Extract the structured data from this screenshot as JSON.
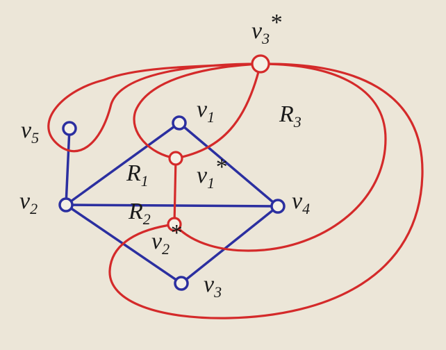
{
  "graph": {
    "vertices": {
      "v1": {
        "base": "v",
        "sub": "1",
        "sup": ""
      },
      "v2": {
        "base": "v",
        "sub": "2",
        "sup": ""
      },
      "v3": {
        "base": "v",
        "sub": "3",
        "sup": ""
      },
      "v4": {
        "base": "v",
        "sub": "4",
        "sup": ""
      },
      "v5": {
        "base": "v",
        "sub": "5",
        "sup": ""
      }
    },
    "dual_vertices": {
      "v1s": {
        "base": "v",
        "sub": "1",
        "sup": "*"
      },
      "v2s": {
        "base": "v",
        "sub": "2",
        "sup": "*"
      },
      "v3s": {
        "base": "v",
        "sub": "3",
        "sup": "*"
      }
    },
    "regions": {
      "R1": {
        "base": "R",
        "sub": "1"
      },
      "R2": {
        "base": "R",
        "sub": "2"
      },
      "R3": {
        "base": "R",
        "sub": "3"
      }
    },
    "colors": {
      "graph": "#2b2fa0",
      "dual": "#d42a2a",
      "background": "#ece6d8"
    }
  }
}
